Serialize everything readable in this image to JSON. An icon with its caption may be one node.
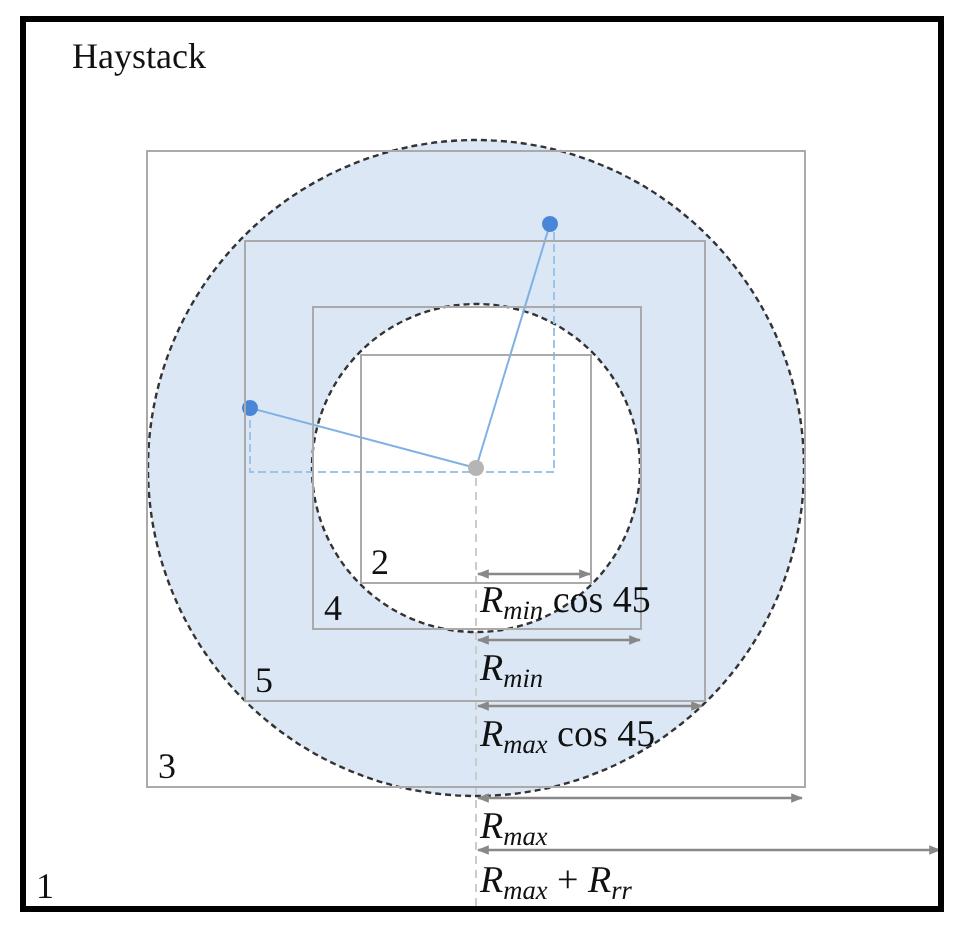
{
  "diagram": {
    "nodes": [
      {
        "text": [
          "Haystack",
          "1"
        ]
      },
      {
        "text": [
          "3"
        ],
        "in": 0
      },
      {
        "text": [
          "5"
        ],
        "in": 1
      },
      {
        "text": [
          "4"
        ],
        "in": 2
      },
      {
        "text": [
          "2"
        ],
        "in": 3
      }
    ],
    "labels": [
      "*R*$_{min}$ cos 45",
      "*R*$_{min}$",
      "*R*$_{max}$ cos 45",
      "*R*$_{max}$",
      "*R*$_{max}$ + *R*$_{rr}$"
    ]
  }
}
